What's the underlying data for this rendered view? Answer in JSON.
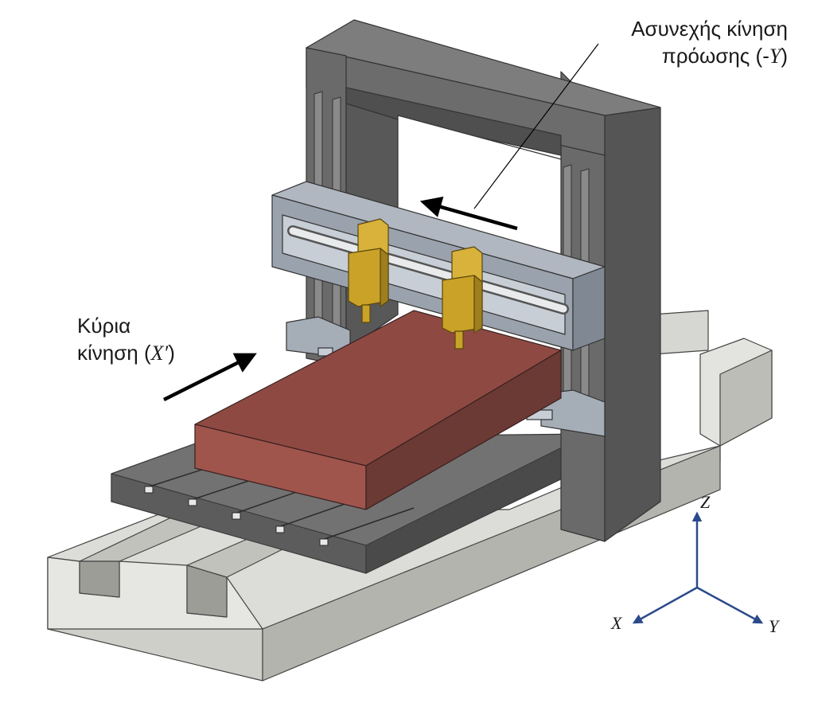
{
  "annotations": {
    "feed_motion": {
      "line1": "Ασυνεχής κίνηση",
      "line2_prefix": "πρόωσης (-",
      "line2_var": "Y",
      "line2_suffix": ")"
    },
    "main_motion": {
      "line1": "Κύρια",
      "line2_prefix": "κίνηση (",
      "line2_var": "X′",
      "line2_suffix": ")"
    }
  },
  "axes": {
    "z_label": "Z",
    "x_label": "X",
    "y_label": "Y",
    "color": "#2b4a8c"
  },
  "colors": {
    "frame_dark": "#5d5d5d",
    "frame_mid": "#6e6e6e",
    "frame_light": "#7a7a7a",
    "table_top": "#6f6f6f",
    "base_light": "#d8d8d4",
    "workpiece_top": "#8e4a42",
    "workpiece_front": "#a0554c",
    "workpiece_side": "#6b3a34",
    "tool_gold": "#c9a227",
    "crossrail": "#9aa2ad"
  }
}
